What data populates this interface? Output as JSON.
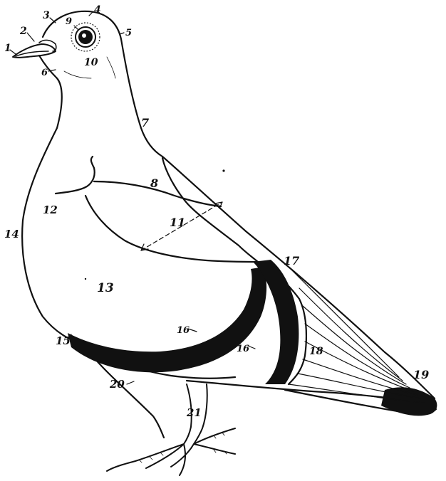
{
  "figure": {
    "ink_color": "#111111",
    "paper_color": "#ffffff",
    "labels": [
      "1",
      "2",
      "3",
      "4",
      "5",
      "6",
      "7",
      "8",
      "9",
      "10",
      "11",
      "12",
      "13",
      "14",
      "15",
      "16",
      "16",
      "17",
      "18",
      "19",
      "20",
      "21"
    ]
  }
}
